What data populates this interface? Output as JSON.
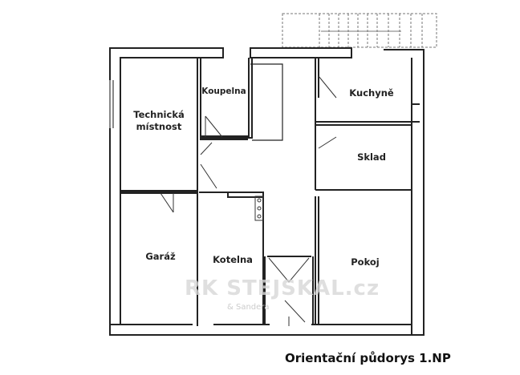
{
  "plan": {
    "rooms": [
      {
        "name": "Technická místnost"
      },
      {
        "name": "Koupelna"
      },
      {
        "name": "Kuchyně"
      },
      {
        "name": "Sklad"
      },
      {
        "name": "Garáž"
      },
      {
        "name": "Kotelna"
      },
      {
        "name": "Pokoj"
      }
    ],
    "title": "Orientační půdorys 1.NP",
    "watermark": "RK STEJSKAL.cz",
    "watermark_sub": "& Sandera"
  }
}
